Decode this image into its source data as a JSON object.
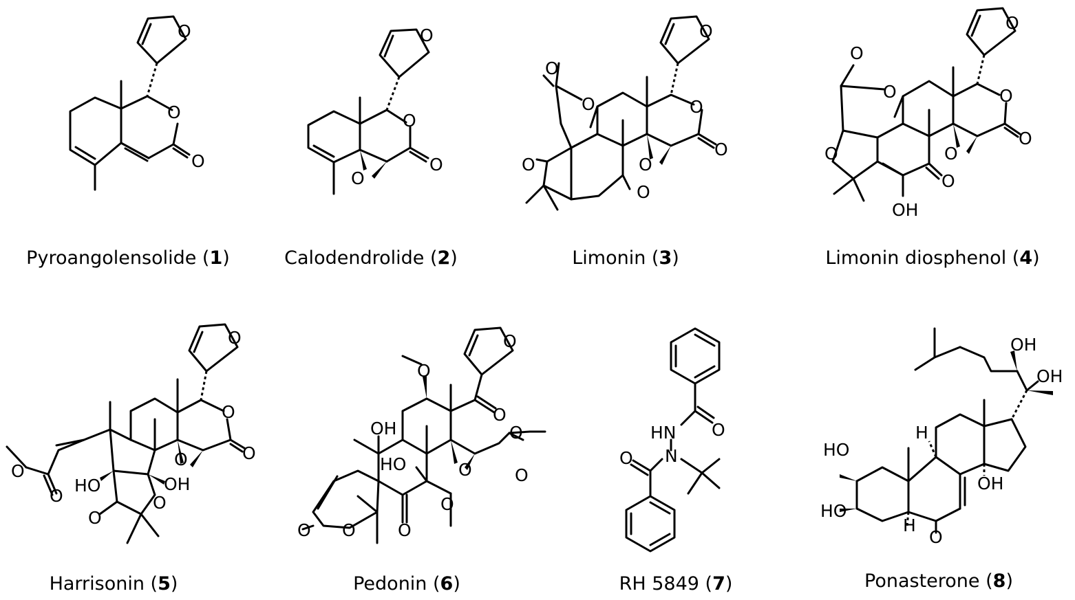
{
  "compounds": [
    {
      "name": "Pyroangolensolide",
      "number": "1"
    },
    {
      "name": "Calodendrolide",
      "number": "2"
    },
    {
      "name": "Limonin",
      "number": "3"
    },
    {
      "name": "Limonin diosphenol",
      "number": "4"
    },
    {
      "name": "Harrisonin",
      "number": "5"
    },
    {
      "name": "Pedonin",
      "number": "6"
    },
    {
      "name": "RH 5849",
      "number": "7"
    },
    {
      "name": "Ponasterone",
      "number": "8"
    }
  ],
  "atom_labels": {
    "O": "O",
    "OH": "OH",
    "HO": "HO",
    "H": "H",
    "HN": "HN",
    "N": "N"
  }
}
